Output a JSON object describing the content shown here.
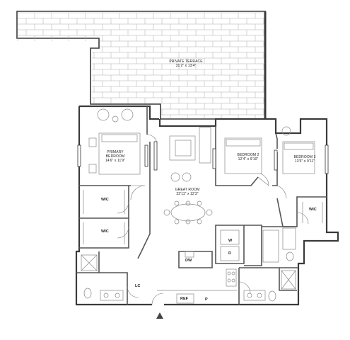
{
  "rooms": {
    "terrace": {
      "name": "PRIVATE TERRACE",
      "dims": "31'2\" x 13'4\""
    },
    "primary": {
      "name1": "PRIMARY",
      "name2": "BEDROOM",
      "dims": "14'6\" x 11'9\""
    },
    "great": {
      "name": "GREAT ROOM",
      "dims": "22'11\" x 12'3\""
    },
    "bed2": {
      "name": "BEDROOM 2",
      "dims": "12'4\" x 9'10\""
    },
    "bed3": {
      "name": "BEDROOM 3",
      "dims": "13'6\" x 9'11\""
    }
  },
  "labels": {
    "wic_upper": "WIC",
    "wic_lower": "WIC",
    "wic_right": "WIC",
    "lc": "LC",
    "w": "W",
    "d": "D",
    "dw": "DW",
    "ref": "REF",
    "p": "P"
  },
  "colors": {
    "wall": "#3a3a3a",
    "line": "#777777",
    "fixture": "#999999"
  }
}
